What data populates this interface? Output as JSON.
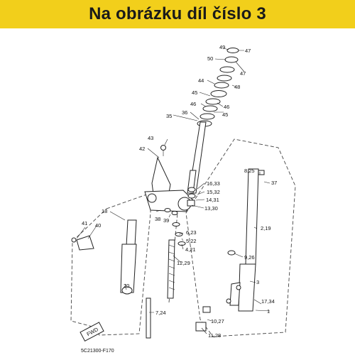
{
  "banner": {
    "text": "Na obrázku díl číslo 3",
    "color": "#f2cf1b"
  },
  "footer": {
    "code": "5C21300-F170"
  },
  "fwd_badge": "FWD",
  "callouts": {
    "c49": "49",
    "c47a": "47",
    "c50": "50",
    "c47b": "47",
    "c48": "48",
    "c44": "44",
    "c45a": "45",
    "c46a": "46",
    "c46b": "46",
    "c45b": "45",
    "c35": "35",
    "c36": "36",
    "c43": "43",
    "c42": "42",
    "c16_33": "16,33",
    "c15_32": "15,32",
    "c14_31": "14,31",
    "c13_30": "13,30",
    "c38": "38",
    "c39": "39",
    "c6_23": "6,23",
    "c5_22": "5,22",
    "c4_21": "4,21",
    "c12_29": "12,29",
    "c18": "18",
    "c41": "41",
    "c40": "40",
    "c20": "20",
    "c7_24": "7,24",
    "c8_25": "8,25",
    "c37": "37",
    "c2_19": "2,19",
    "c9_26": "9,26",
    "c3": "3",
    "c17_34": "17,34",
    "c1": "1",
    "c10_27": "10,27",
    "c11_28": "11,28"
  }
}
